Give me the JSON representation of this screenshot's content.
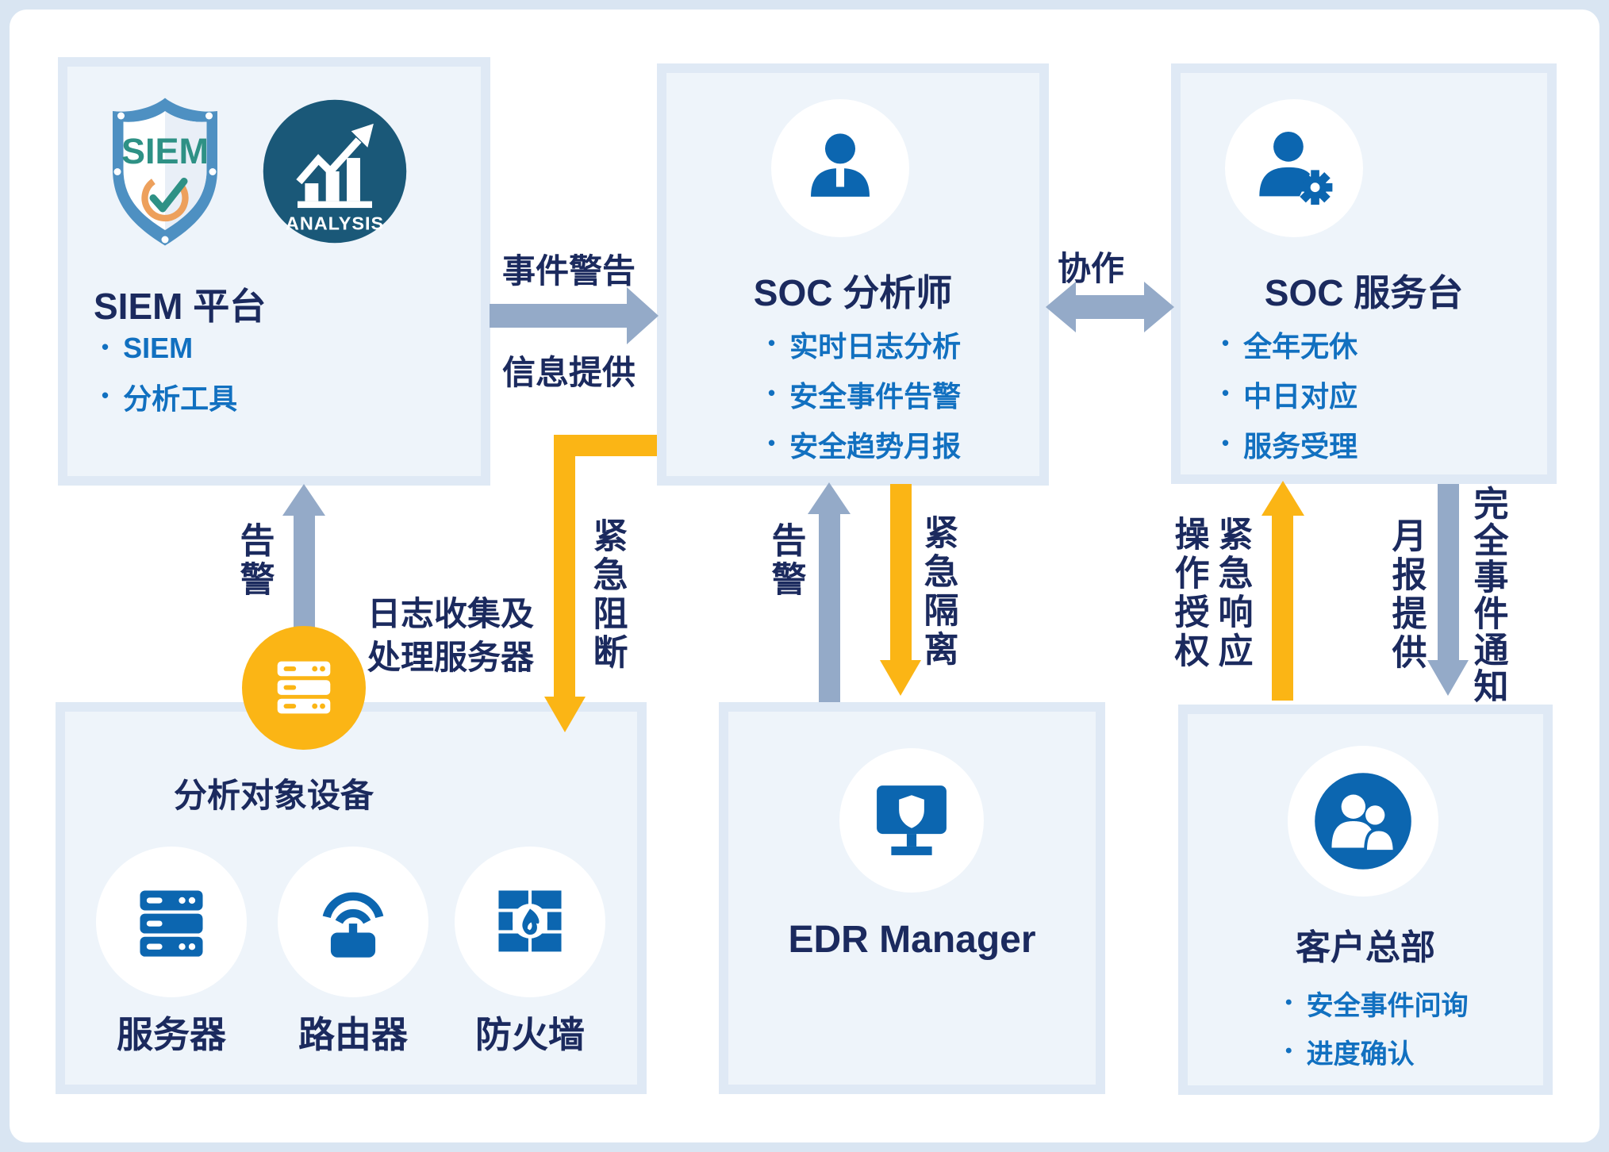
{
  "siem_platform": {
    "title": "SIEM 平台",
    "shield_text": "SIEM",
    "analysis_text": "ANALYSIS",
    "bullets": [
      "SIEM",
      "分析工具"
    ]
  },
  "soc_analyst": {
    "title": "SOC 分析师",
    "bullets": [
      "实时日志分析",
      "安全事件告警",
      "安全趋势月报"
    ]
  },
  "soc_desk": {
    "title": "SOC 服务台",
    "bullets": [
      "全年无休",
      "中日对应",
      "服务受理"
    ]
  },
  "devices": {
    "title": "分析对象设备",
    "log_server_lines": [
      "日志收集及",
      "处理服务器"
    ],
    "items": [
      {
        "label": "服务器"
      },
      {
        "label": "路由器"
      },
      {
        "label": "防火墙"
      }
    ]
  },
  "edr": {
    "title": "EDR Manager"
  },
  "customer": {
    "title": "客户总部",
    "bullets": [
      "安全事件问询",
      "进度确认"
    ]
  },
  "arrows": {
    "event_alert": "事件警告",
    "info_provide": "信息提供",
    "collaboration": "协作",
    "alert_left": "告警",
    "emergency_block": "紧急阻断",
    "alert_mid": "告警",
    "emergency_isolate": "紧急隔离",
    "operation_auth": "操作授权",
    "emergency_response": "紧急响应",
    "monthly_report": "月报提供",
    "full_incident_notice": "完全事件通知"
  },
  "colors": {
    "page_bg": "#d9e5f2",
    "card_bg": "#ffffff",
    "box_fill": "#eef4fa",
    "box_border": "#dfe9f5",
    "navy_text": "#1b2a5e",
    "blue_text": "#1170c0",
    "icon_blue": "#0c66b0",
    "gray_arrow": "#94aac8",
    "yellow_arrow": "#fbb515",
    "analysis_circle": "#1a5878",
    "siem_teal": "#2e9185",
    "ring_orange": "#eda05c",
    "shield_blue": "#4e90c2"
  }
}
